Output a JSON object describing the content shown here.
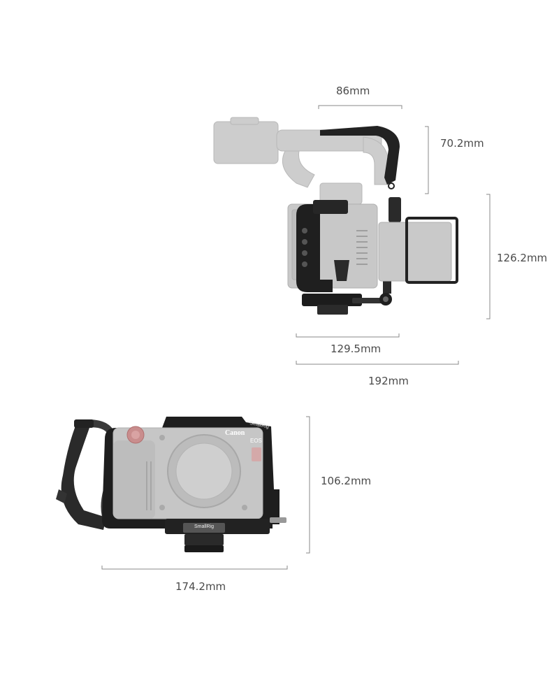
{
  "dimensions": {
    "top_handle_width": "86mm",
    "top_handle_height": "70.2mm",
    "top_body_height": "126.2mm",
    "top_cage_width": "129.5mm",
    "top_total_width": "192mm",
    "front_height": "106.2mm",
    "front_width": "174.2mm"
  },
  "product_marks": {
    "camera_brand": "Canon",
    "camera_model": "EOS",
    "rig_brand_top": "SmallRig",
    "rig_brand_plate": "SmallRig"
  },
  "colors": {
    "dimension_line": "#8a8a8a",
    "dimension_text": "#4a4a4a",
    "camera_gray": "#c4c4c4",
    "cage_black": "#1e1e1e"
  }
}
